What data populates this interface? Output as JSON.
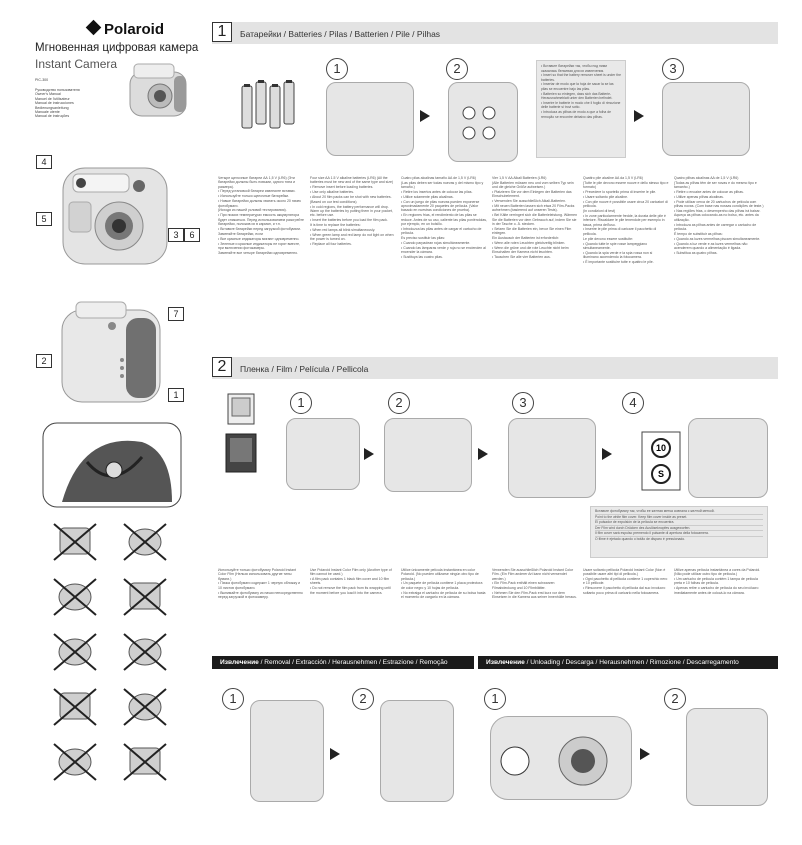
{
  "brand": "Polaroid",
  "cover": {
    "title_ru": "Мгновенная цифровая камера",
    "title_en": "Instant Camera",
    "model": "PIC-300",
    "manuals": [
      "Руководство пользователя",
      "Owner's Manual",
      "Manuel de l'utilisateur",
      "Manual de instrucciones",
      "Bedienungsanleitung",
      "Manuale utente",
      "Manual de instruções"
    ]
  },
  "camera_labels": [
    "4",
    "5",
    "3",
    "6",
    "7",
    "2",
    "1"
  ],
  "section1": {
    "number": "1",
    "title": "Батарейки / Batteries / Pilas / Batterien / Pile / Pilhas",
    "steps": [
      "1",
      "2",
      "3"
    ],
    "note": [
      "• Вставьте батарейки так, чтобы под ними оказалась бельевая для их извлечения.",
      "• Insert so that the battery remover sheet is under the batteries.",
      "• Insertar de modo que la hoja de sacar la se las pilas se encuentre bajo las pilas.",
      "• Batterien so einlegen, dass sich das Batterie-Herausnahmeblatt unter den Batterien befindet.",
      "• Inserire le batterie in modo che il foglio di rimozione delle batterie si trovi sotto.",
      "• Introduza as pilhas de modo a que a folha de remoção se encontre debaixo das pilhas."
    ],
    "columns": [
      [
        "Четыре щелочные батареи АА 1,5 V (LR6) (Эти батарейки должны быть новыми, одного типа и размера).",
        "• Перед установкой батареи извлеките вставки.",
        "• Используйте только щелочные батарейки.",
        "• Новые батарейки должны хватать около 20 пачек фотобумаги.",
        "(Исходя из нашей условий тестирования).",
        "• При низких температурах емкость аккумулятора будет снижаться. Перед использованием разогрейте батарейки, положив их в карман, и т.п.",
        "• Вставьте батарейки перед загрузкой фотобумаги.",
        "Заменяйте батарейки, если",
        "• Все красные индикаторы мигают одновременно.",
        "• Зеленые и красные индикаторы не горят вместе, при включении фотокамеры.",
        "Заменяйте все четыре батарейки одновременно."
      ],
      [
        "Four size AA 1.5 V alkaline batteries (LR6) (All the batteries must be new and of the same type and size)",
        "• Remove insert before loading batteries.",
        "• Use only alkaline batteries.",
        "• About 20 film packs can be shot with new batteries.",
        "(Based on our test conditions)",
        "• In cold regions, the battery performance will drop. Warm up the batteries by putting them in your pocket, etc. before use.",
        "• Insert the batteries before you load the film pack.",
        "It is time to replace the batteries:",
        "• When red lamps all blink simultaneously.",
        "• When green lamp and red lamp do not light on when the power is turned on.",
        "• Replace all four batteries."
      ],
      [
        "Cuatro pilas alcalinas tamaño AA de 1,5 V (LR6)",
        "(Las pilas deben ser todas nuevas y del mismo tipo y tamaño.)",
        "• Retire los insertos antes de colocar las pilas.",
        "• Utilice solamente pilas alcalinas.",
        "• Con un juego de pilas nuevas pueden exponerse aproximadamente 20 paquetes de película. (Valor basado en nuestras condiciones de prueba).",
        "• En regiones frías, el rendimiento de las pilas se reduce. Antes de su uso, caliente las pilas poniéndolas, por ejemplo, en un bolsillo.",
        "• Introduzca las pilas antes de cargar el cartucho de película.",
        "Es preciso sustituir las pilas:",
        "• Cuando parpadean rojas simultáneamente.",
        "• Cuando las lámparas verde y roja no se encienden al encender la cámara.",
        "• Sustituya las cuatro pilas."
      ],
      [
        "Vier 1,5 V AA Alkali Batterien (LR6)",
        "(Alle Batterien müssen neu und vom selben Typ sein und die gleiche Größe aufweisen.)",
        "• Platzieren Sie vor dem Einlegen der Batterien das Einschubelement.",
        "• Verwenden Sie ausschließlich Alkali-Batterien.",
        "• Mit neuen Batterien lassen sich etwa 20 Film-Packs aufnehmen (basierend auf unseren Tests).",
        "• Bei Kälte verringert sich die Batterieleistung. Wärmen Sie die Batterien vor dem Gebrauch auf, indem Sie sie in der Tasche o. Ä. stecken.",
        "• Setzen Sie die Batterien ein, bevor Sie einen Film einlegen.",
        "Ein Austausch der Batterien ist erforderlich:",
        "• Wenn alle roten Leuchten gleichzeitig blinken.",
        "• Wenn die grüne und die rote Leuchte nicht beim Einschalten der Kamera nicht leuchten.",
        "• Tauschen Sie alle vier Batterien aus."
      ],
      [
        "Quattro pile alcaline AA da 1,5 V (LR6)",
        "(Tutte le pile devono essere nuove e dello stesso tipo e formato)",
        "• Precedere lo sportello prima di inserire le pile.",
        "• Usare soltanto pile alcaline.",
        "• Con pile nuove è possibile usare circa 20 caricatori di pellicola.",
        "(In condizioni di test)",
        "• In zone particolarmente fredde, la durata delle pile è inferiore. Riscaldare le pile tenendole per esempio in tasca, prima dell'uso.",
        "• Inserire le pile prima di caricare il pacchetto di pellicola.",
        "Le pile devono essere sostituite:",
        "• Quando tutte le spie rosse lampeggiano simultaneamente.",
        "• Quando la spia verde e la spia rossa non si illuminano accendendo la fotocamera.",
        "• È importante sostituire tutte e quattro le pile."
      ],
      [
        "Quatro pilhas alcalinas AA de 1,5 V (LR6)",
        "(Todas as pilhas têm de ser novas e do mesmo tipo e tamanho.)",
        "• Retire o encaixe antes de colocar as pilhas.",
        "• Utilize apenas pilhas alcalinas.",
        "• Pode utilizar cerca de 20 cartuchos de película com pilhas novas. (Com base nas nossas condições de teste.)",
        "• Nas regiões frias, o desempenho das pilhas irá baixar. Aqueça as pilhas colocando-as no bolso, etc. antes da utilização.",
        "• Introduza as pilhas antes de carregar o cartucho de película.",
        "É tempo de substituir as pilhas:",
        "• Quando as luzes vermelhas piscam simultaneamente.",
        "• Quando a luz verde e as luzes vermelhas não acenderem quando a alimentação é ligada.",
        "• Substitua as quatro pilhas."
      ]
    ]
  },
  "section2": {
    "number": "2",
    "title": "Пленка / Film / Película / Pellicola",
    "steps": [
      "1",
      "2",
      "3",
      "4"
    ],
    "notes": [
      "Вставьте фотобумагу так, чтобы ее желтая метка совпала с желтой меткой.",
      "Point to the white film cover. Keep film cover inside as preset.",
      "El pulsador de expulsión de la película se encuentra.",
      "Der Film wird durch Drücken des Auslöseknopfes ausgeworfen.",
      "Il film cover sarà espulso premendo il pulsante di apertura della fotocamera.",
      "O filme é ejetado quando o botão de disparo é pressionado."
    ],
    "columns": [
      [
        "Используйте только фотобумагу Polaroid Instant Color Film (Нельзя использовать другие типы бумаги.)",
        "• Пачка фотобумаги содержит 1 черную обложку и 10 листов фотобумаги.",
        "• Вынимайте фотобумагу из пачки непосредственно перед загрузкой в фотокамеру."
      ],
      [
        "Use Polaroid Instant Color Film only (Another type of film cannot be used.)",
        "• A film pack contains 1 black film cover and 10 film sheets.",
        "• Do not remove the film pack from its wrapping until the moment before you load it into the camera."
      ],
      [
        "Utilice únicamente película instantánea en color Polaroid. (No pueden utilizarse ningún otro tipo de película.)",
        "• Un paquete de película contiene 1 placa protectora de color negro y 10 hojas de película.",
        "• No extraiga el cartucho de película de su bolsa hasta el momento de cargarlo en la cámara."
      ],
      [
        "Verwenden Sie ausschließlich Polaroid Instant Color Film. (Ein Film anderer Art kann nicht verwendet werden.)",
        "• Ein Film-Pack enthält einen schwarzen Filmabdeckung und 10 Filmblätter.",
        "• Nehmen Sie den Film-Pack erst kurz vor dem Einsetzen in die Kamera aus seiner Innenhülle heraus."
      ],
      [
        "Usare soltanto pellicola Polaroid Instant Color (Non è possibile usare altri tipi di pellicola.)",
        "• Ogni pacchetto di pellicola contiene 1 coperchio nero e 10 pellicole.",
        "• Rimuovere il pacchetto di pellicola dal suo involucro soltanto poco prima di caricarlo nella fotocamera."
      ],
      [
        "Utilize apenas película instantânea a cores da Polaroid. (Não pode utilizar outro tipo de película.)",
        "• Um cartucho de película contém 1 tampa de película preta e 10 folhas de película.",
        "• Apenas retire o cartucho de película do seu invólucro imediatamente antes de colocá-lo na câmara."
      ]
    ]
  },
  "removal": {
    "label_bold": "Извлечение",
    "label_rest": " / Removal / Extracción / Herausnehmen / Estrazione / Remoção",
    "steps": [
      "1",
      "2"
    ]
  },
  "unloading": {
    "label_bold": "Извлечение",
    "label_rest": " / Unloading / Descarga / Herausnehmen / Rimozione / Descarregamento",
    "steps": [
      "1",
      "2"
    ]
  }
}
